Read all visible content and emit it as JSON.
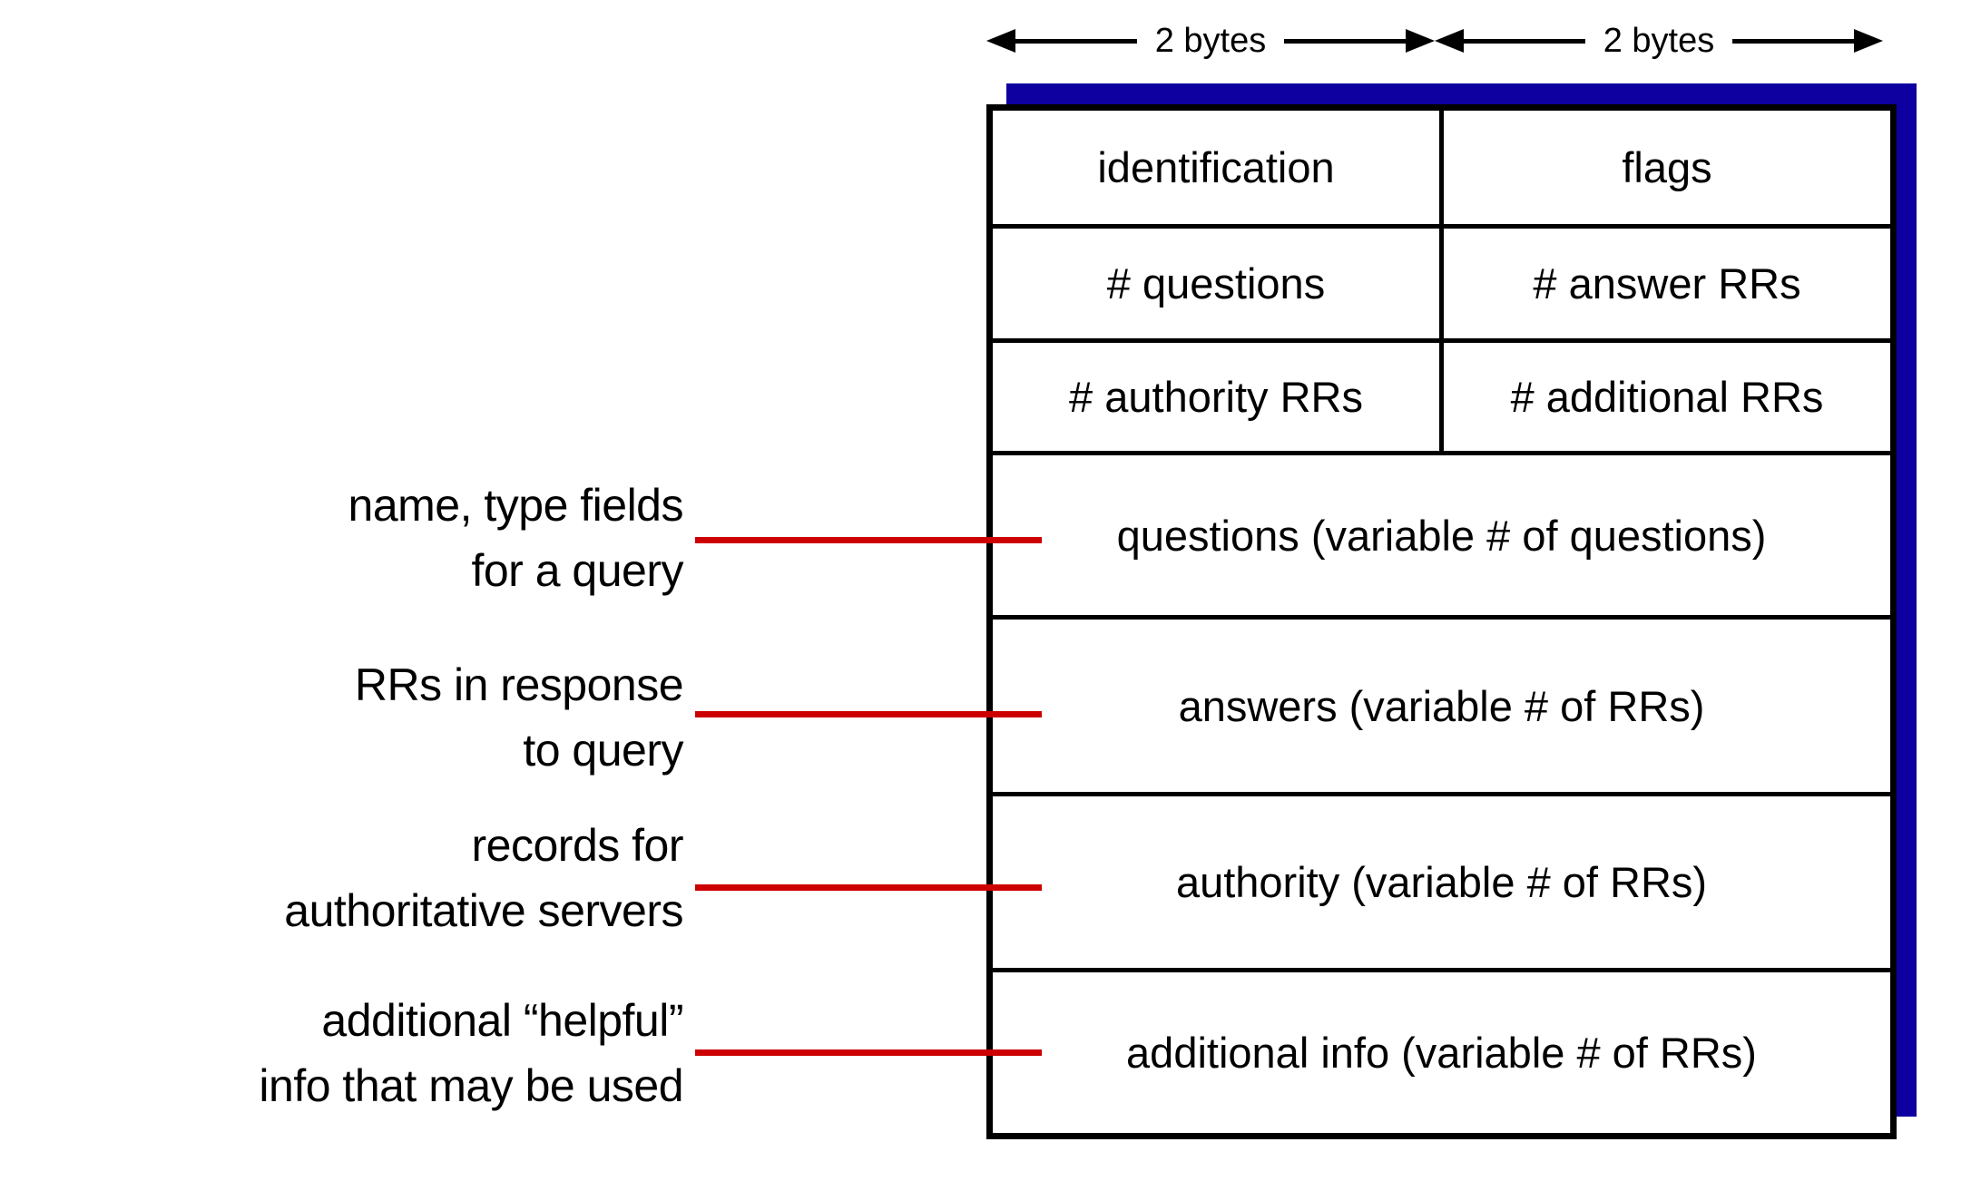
{
  "colors": {
    "shadow_blue": "#0e00a0",
    "connector_red": "#cc0000",
    "border_black": "#000000",
    "background": "#ffffff"
  },
  "byte_scale": {
    "left_label": "2 bytes",
    "right_label": "2 bytes"
  },
  "table": {
    "header_rows": [
      {
        "left": "identification",
        "right": "flags"
      },
      {
        "left": "# questions",
        "right": "# answer RRs"
      },
      {
        "left": "# authority RRs",
        "right": "# additional RRs"
      }
    ],
    "section_rows": [
      "questions (variable # of questions)",
      "answers (variable # of RRs)",
      "authority (variable # of RRs)",
      "additional info (variable # of RRs)"
    ]
  },
  "annotations": [
    {
      "line1": "name, type fields",
      "line2": "for a query"
    },
    {
      "line1": "RRs in response",
      "line2": "to query"
    },
    {
      "line1": "records for",
      "line2": "authoritative servers"
    },
    {
      "line1": "additional “helpful”",
      "line2": "info that may be used"
    }
  ]
}
